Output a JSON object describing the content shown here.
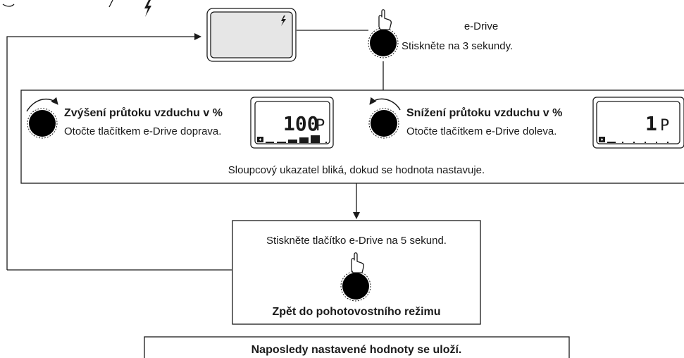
{
  "top": {
    "title": "e-Drive",
    "instruction": "Stiskněte na 3 sekundy."
  },
  "increase": {
    "heading": "Zvýšení průtoku vzduchu v %",
    "instruction": "Otočte tlačítkem e-Drive doprava.",
    "display_value": "100",
    "display_unit": "P",
    "level_bars": 5
  },
  "decrease": {
    "heading": "Snížení průtoku vzduchu v %",
    "instruction": "Otočte tlačítkem e-Drive doleva.",
    "display_value": "1",
    "display_unit": "P",
    "level_bars": 0
  },
  "blink_note": "Sloupcový ukazatel bliká, dokud se hodnota nastavuje.",
  "confirm": {
    "instruction": "Stiskněte tlačítko e-Drive na 5 sekund.",
    "result": "Zpět do pohotovostního režimu"
  },
  "footer_note": "Naposledy nastavené hodnoty se uloží.",
  "icons": {
    "lightning": "lightning-icon",
    "hand_press": "hand-press-icon",
    "rotate_cw": "rotate-clockwise-icon",
    "rotate_ccw": "rotate-counterclockwise-icon",
    "fan": "fan-icon"
  },
  "colors": {
    "stroke": "#1a1a1a",
    "knob": "#000000"
  }
}
